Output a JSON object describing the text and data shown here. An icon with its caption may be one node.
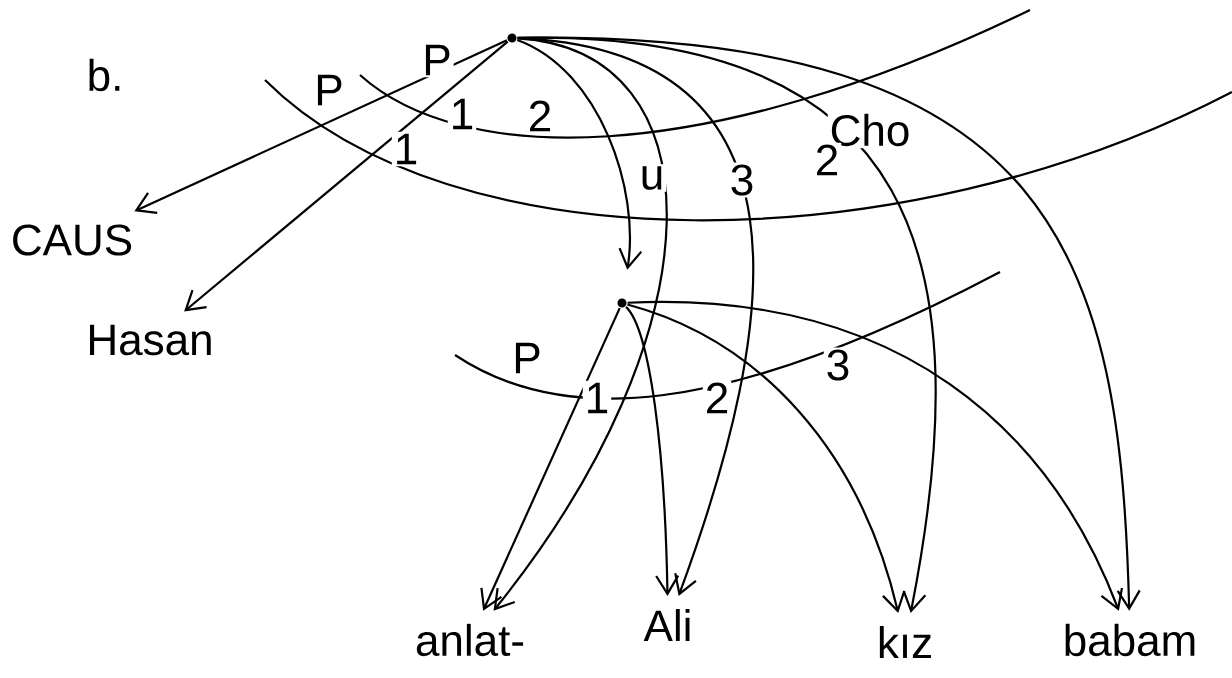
{
  "diagram": {
    "nodes": [
      {
        "text": [],
        "shape": "circle"
      },
      {
        "text": [
          "CAUS"
        ]
      },
      {
        "text": [
          "Hasan"
        ]
      },
      {
        "text": [],
        "shape": "circle"
      },
      {
        "text": [
          "anlat-"
        ]
      },
      {
        "text": [
          "Ali"
        ]
      },
      {
        "text": [
          "kız"
        ]
      },
      {
        "text": [
          "babam"
        ]
      }
    ],
    "edges": [
      {
        "from": 0,
        "to": 1,
        "arrow": "to"
      },
      {
        "from": 0,
        "to": 2,
        "arrow": "to"
      },
      {
        "from": 0,
        "to": 3,
        "arrow": "to"
      },
      {
        "from": 0,
        "to": 4,
        "arrow": "to"
      },
      {
        "from": 0,
        "to": 5,
        "arrow": "to"
      },
      {
        "from": 0,
        "to": 6,
        "arrow": "to"
      },
      {
        "from": 0,
        "to": 7,
        "arrow": "to"
      },
      {
        "from": 3,
        "to": 4,
        "arrow": "to"
      },
      {
        "from": 3,
        "to": 5,
        "arrow": "to"
      },
      {
        "from": 3,
        "to": 6,
        "arrow": "to"
      },
      {
        "from": 3,
        "to": 7,
        "arrow": "to"
      }
    ],
    "labels": [
      "b.",
      "P",
      "P",
      "1",
      "2",
      "Cho",
      "1",
      "u",
      "3",
      "2",
      "P",
      "3",
      "1",
      "2"
    ]
  }
}
